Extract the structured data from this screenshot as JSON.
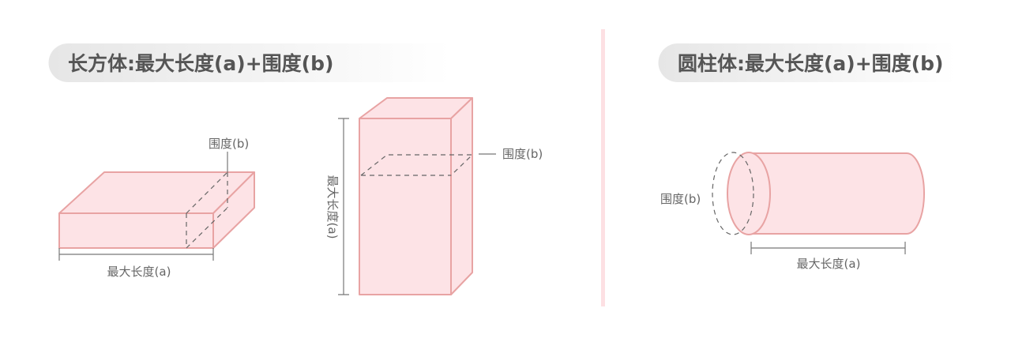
{
  "left_panel": {
    "title": "长方体:最大长度(a)+围度(b)",
    "flat_box": {
      "girth_label": "围度(b)",
      "length_label": "最大长度(a)"
    },
    "tall_box": {
      "girth_label": "围度(b)",
      "length_label": "最大长度(a)"
    }
  },
  "right_panel": {
    "title": "圆柱体:最大长度(a)+围度(b)",
    "cylinder": {
      "girth_label": "围度(b)",
      "length_label": "最大长度(a)"
    }
  },
  "colors": {
    "shape_fill": "#fde3e6",
    "shape_stroke": "#e8a3a3",
    "divider": "#fde0e3",
    "text": "#555555"
  }
}
